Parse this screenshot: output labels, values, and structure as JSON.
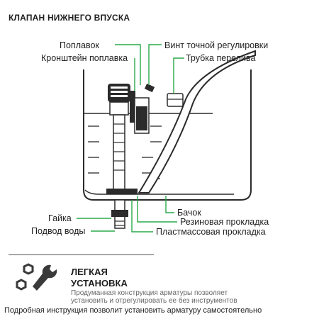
{
  "header": {
    "title": "КЛАПАН НИЖНЕГО ВПУСКА"
  },
  "labels": {
    "float": "Поплавок",
    "float_bracket": "Кронштейн поплавка",
    "fine_adjust_screw": "Винт точной регулировки",
    "overflow_tube": "Трубка перелива",
    "tank": "Бачок",
    "rubber_gasket": "Резиновая прокладка",
    "plastic_gasket": "Пластмассовая прокладка",
    "nut": "Гайка",
    "water_supply": "Подвод воды"
  },
  "feature": {
    "title_line1": "ЛЕГКАЯ",
    "title_line2": "УСТАНОВКА",
    "desc_line1": "Продуманная конструкция арматуры позволяет",
    "desc_line2": "установить и отрегулировать ее без инструментов"
  },
  "footer": {
    "text": "Подробная инструкция позволит установить арматуру самостоятельно"
  },
  "colors": {
    "callout": "#2aa84a",
    "outline": "#2b2b2b",
    "water": "#ffffff"
  }
}
